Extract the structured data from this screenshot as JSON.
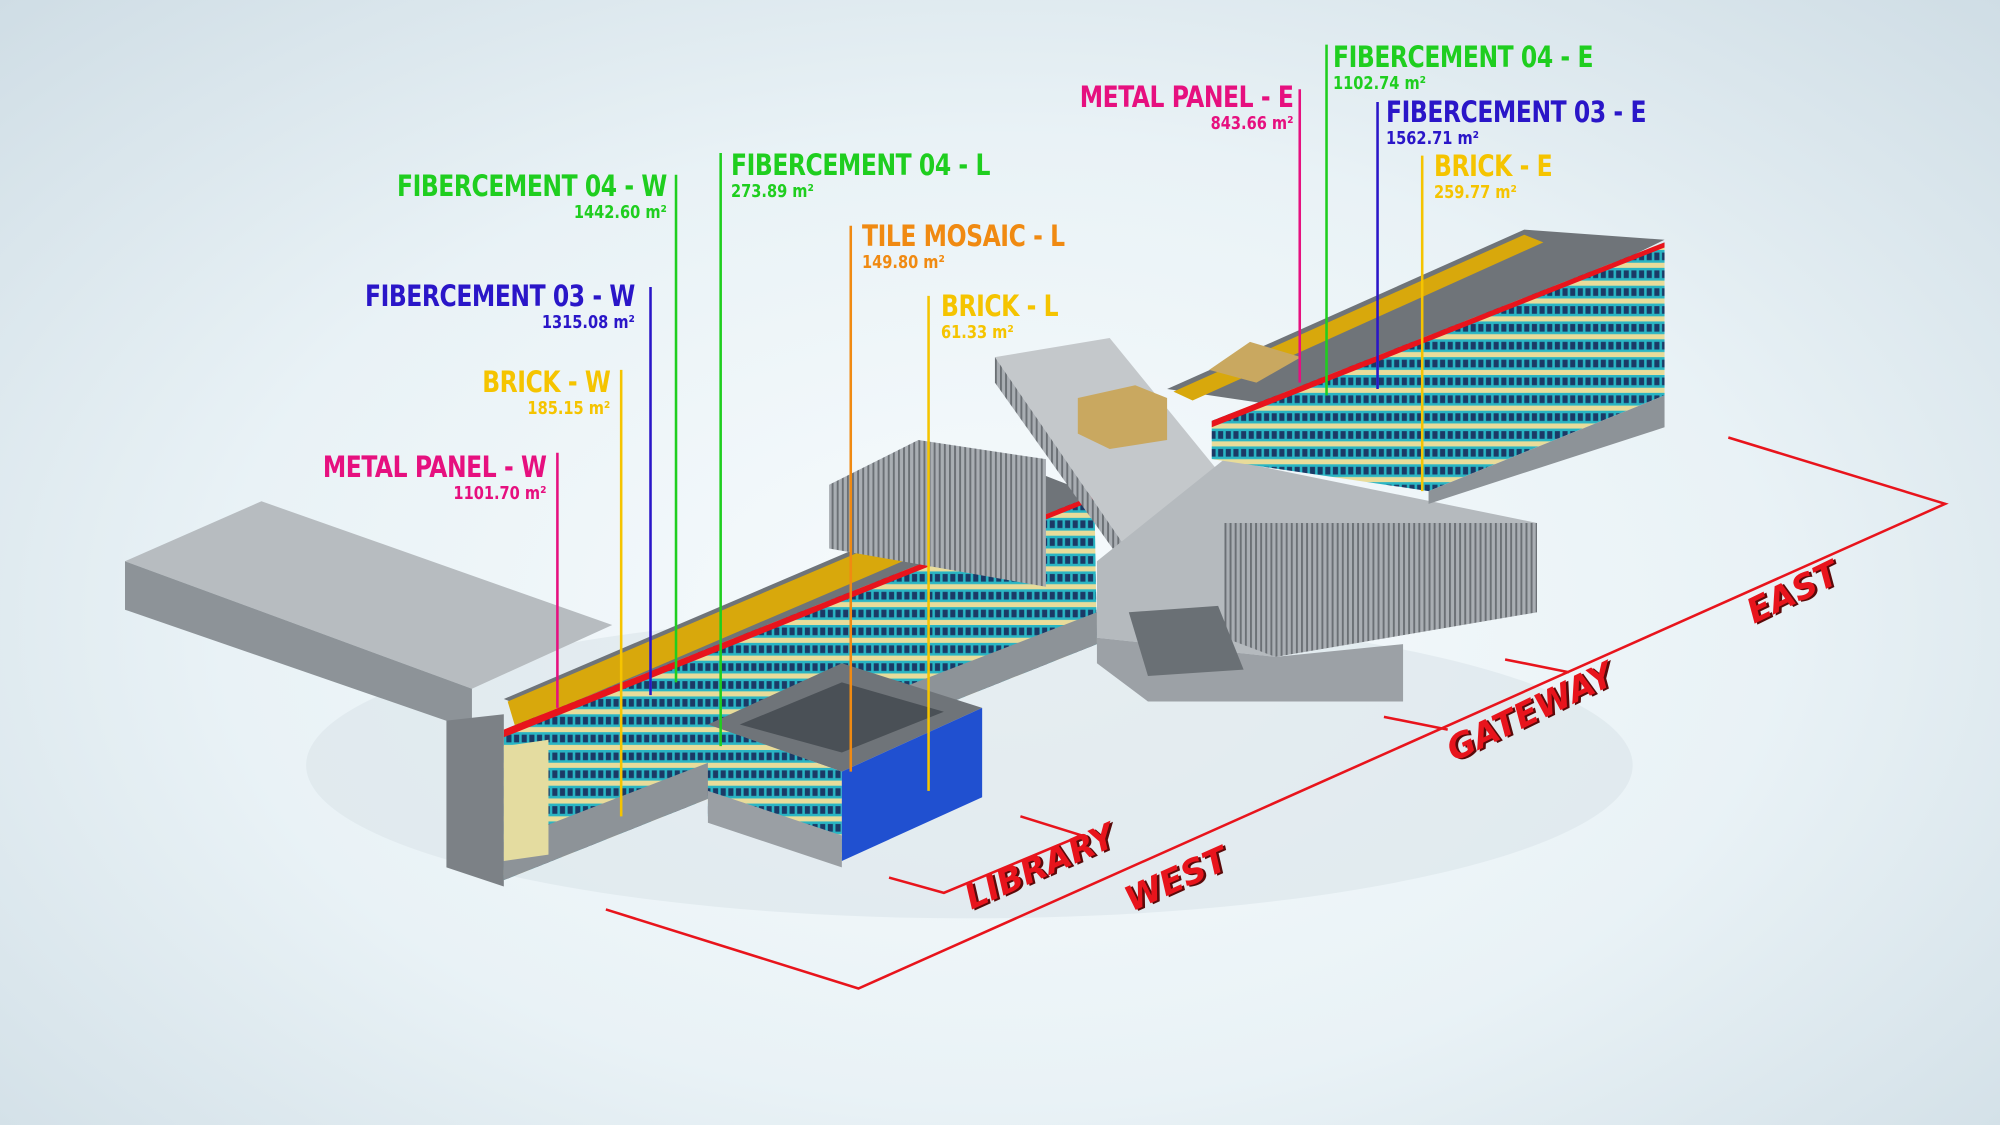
{
  "colors": {
    "green": "#1fce1f",
    "blue": "#2a16c8",
    "yellow": "#f5c400",
    "orange": "#f08a12",
    "magenta": "#e6107f",
    "red": "#e8141c"
  },
  "labels": [
    {
      "id": "fibercement-04-w",
      "title": "FIBERCEMENT 04 - W",
      "value": "1442.60 m²",
      "color": "green"
    },
    {
      "id": "fibercement-03-w",
      "title": "FIBERCEMENT 03 - W",
      "value": "1315.08 m²",
      "color": "blue"
    },
    {
      "id": "brick-w",
      "title": "BRICK - W",
      "value": "185.15 m²",
      "color": "yellow"
    },
    {
      "id": "metal-panel-w",
      "title": "METAL PANEL - W",
      "value": "1101.70 m²",
      "color": "magenta"
    },
    {
      "id": "fibercement-04-l",
      "title": "FIBERCEMENT 04 - L",
      "value": "273.89 m²",
      "color": "green"
    },
    {
      "id": "tile-mosaic-l",
      "title": "TILE MOSAIC - L",
      "value": "149.80 m²",
      "color": "orange"
    },
    {
      "id": "brick-l",
      "title": "BRICK - L",
      "value": "61.33 m²",
      "color": "yellow"
    },
    {
      "id": "metal-panel-e",
      "title": "METAL PANEL - E",
      "value": "843.66 m²",
      "color": "magenta"
    },
    {
      "id": "fibercement-04-e",
      "title": "FIBERCEMENT 04 - E",
      "value": "1102.74 m²",
      "color": "green"
    },
    {
      "id": "fibercement-03-e",
      "title": "FIBERCEMENT 03 - E",
      "value": "1562.71 m²",
      "color": "blue"
    },
    {
      "id": "brick-e",
      "title": "BRICK - E",
      "value": "259.77 m²",
      "color": "yellow"
    }
  ],
  "zones": {
    "library": "LIBRARY",
    "west": "WEST",
    "gateway": "GATEWAY",
    "east": "EAST"
  }
}
